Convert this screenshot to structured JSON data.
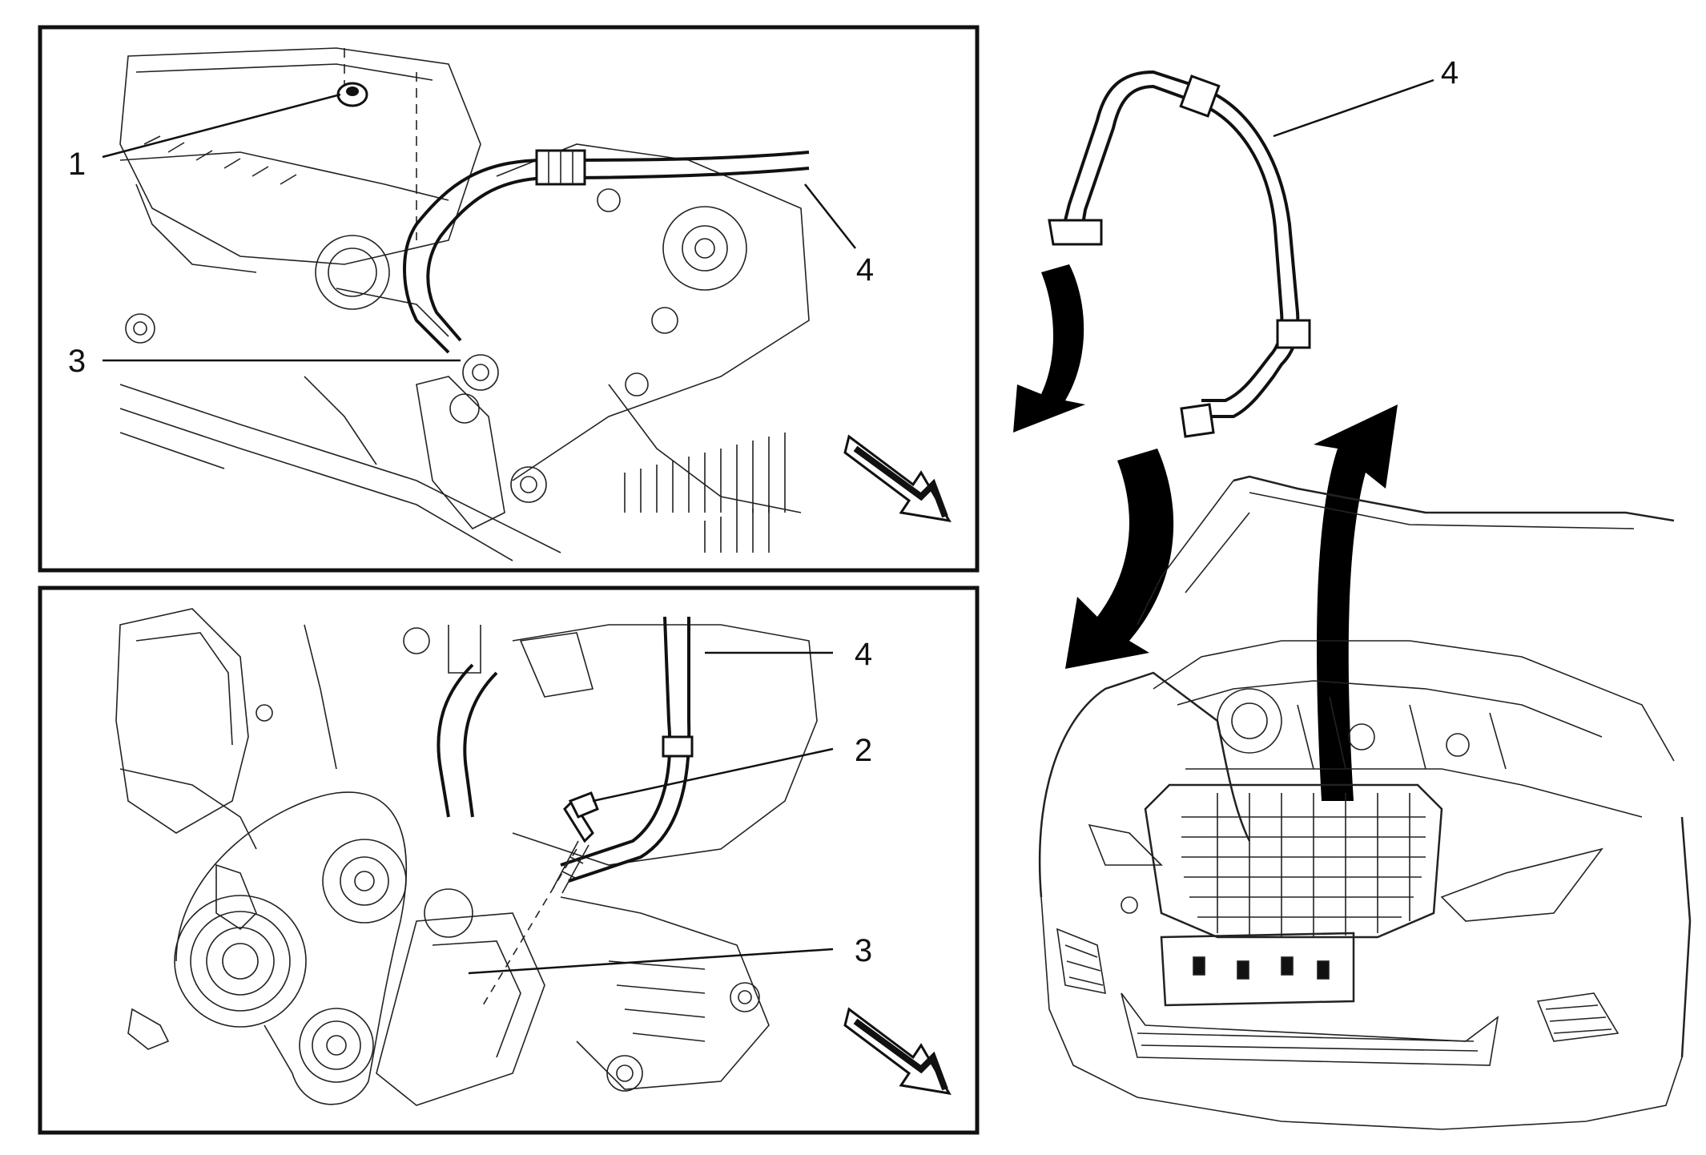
{
  "diagram": {
    "panels": [
      {
        "id": "upper-detail",
        "callouts": [
          {
            "label": "1",
            "part": "nut"
          },
          {
            "label": "3",
            "part": "hose-connection"
          },
          {
            "label": "4",
            "part": "hose"
          }
        ]
      },
      {
        "id": "lower-detail",
        "callouts": [
          {
            "label": "4",
            "part": "hose"
          },
          {
            "label": "2",
            "part": "bolt"
          },
          {
            "label": "3",
            "part": "hose-connection"
          }
        ]
      }
    ],
    "overview": {
      "callouts": [
        {
          "label": "4",
          "part": "hose"
        }
      ]
    },
    "colors": {
      "line": "#111111",
      "background": "#ffffff",
      "arrow-fill": "#000000"
    }
  }
}
